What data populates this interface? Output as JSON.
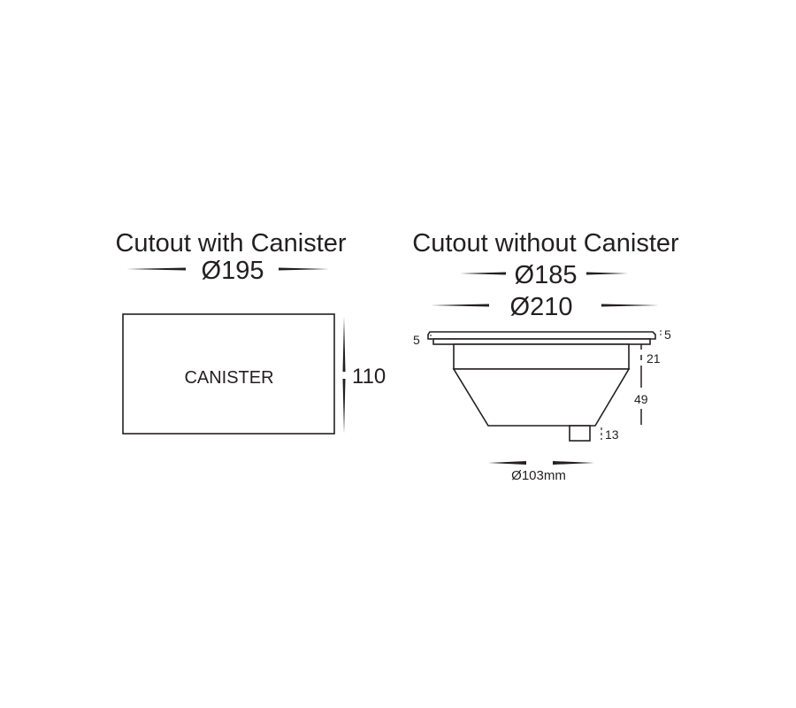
{
  "left": {
    "title": "Cutout with Canister",
    "diameter": "Ø195",
    "canister_label": "CANISTER",
    "height": "110"
  },
  "right": {
    "title": "Cutout without Canister",
    "diameter_cutout": "Ø185",
    "diameter_flange": "Ø210",
    "flange_left": "5",
    "flange_right": "5",
    "upper_height": "21",
    "body_height": "49",
    "nozzle_height": "13",
    "bottom_diameter": "Ø103mm"
  },
  "colors": {
    "line": "#231f20",
    "background": "#ffffff"
  }
}
